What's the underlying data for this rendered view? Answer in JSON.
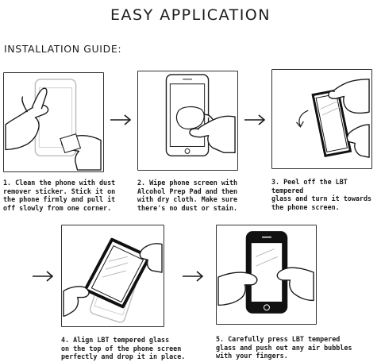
{
  "header": {
    "title": "EASY APPLICATION",
    "subtitle": "INSTALLATION GUIDE:"
  },
  "steps": [
    {
      "caption": "1. Clean the phone with dust\nremover sticker. Stick it on\nthe phone firmly and pull it\noff slowly from one corner."
    },
    {
      "caption": "2. Wipe phone screen with\nAlcohol Prep Pad and then\nwith dry cloth. Make sure\nthere's no dust or stain."
    },
    {
      "caption": "3. Peel off the LBT tempered\nglass and turn it towards\nthe phone screen."
    },
    {
      "caption": "4. Align LBT tempered glass\non the top of the phone screen\nperfectly and drop it in place."
    },
    {
      "caption": "5. Carefully press LBT tempered\nglass and push out any air bubbles\nwith your fingers."
    }
  ],
  "colors": {
    "line": "#1a1a1a",
    "phone_outline": "#bdbdbd",
    "glass_frame": "#111111"
  },
  "icons": [
    "right-arrow-icon",
    "rotate-arrow-icon",
    "hand-icon",
    "phone-icon",
    "cloth-icon",
    "tempered-glass-icon"
  ]
}
